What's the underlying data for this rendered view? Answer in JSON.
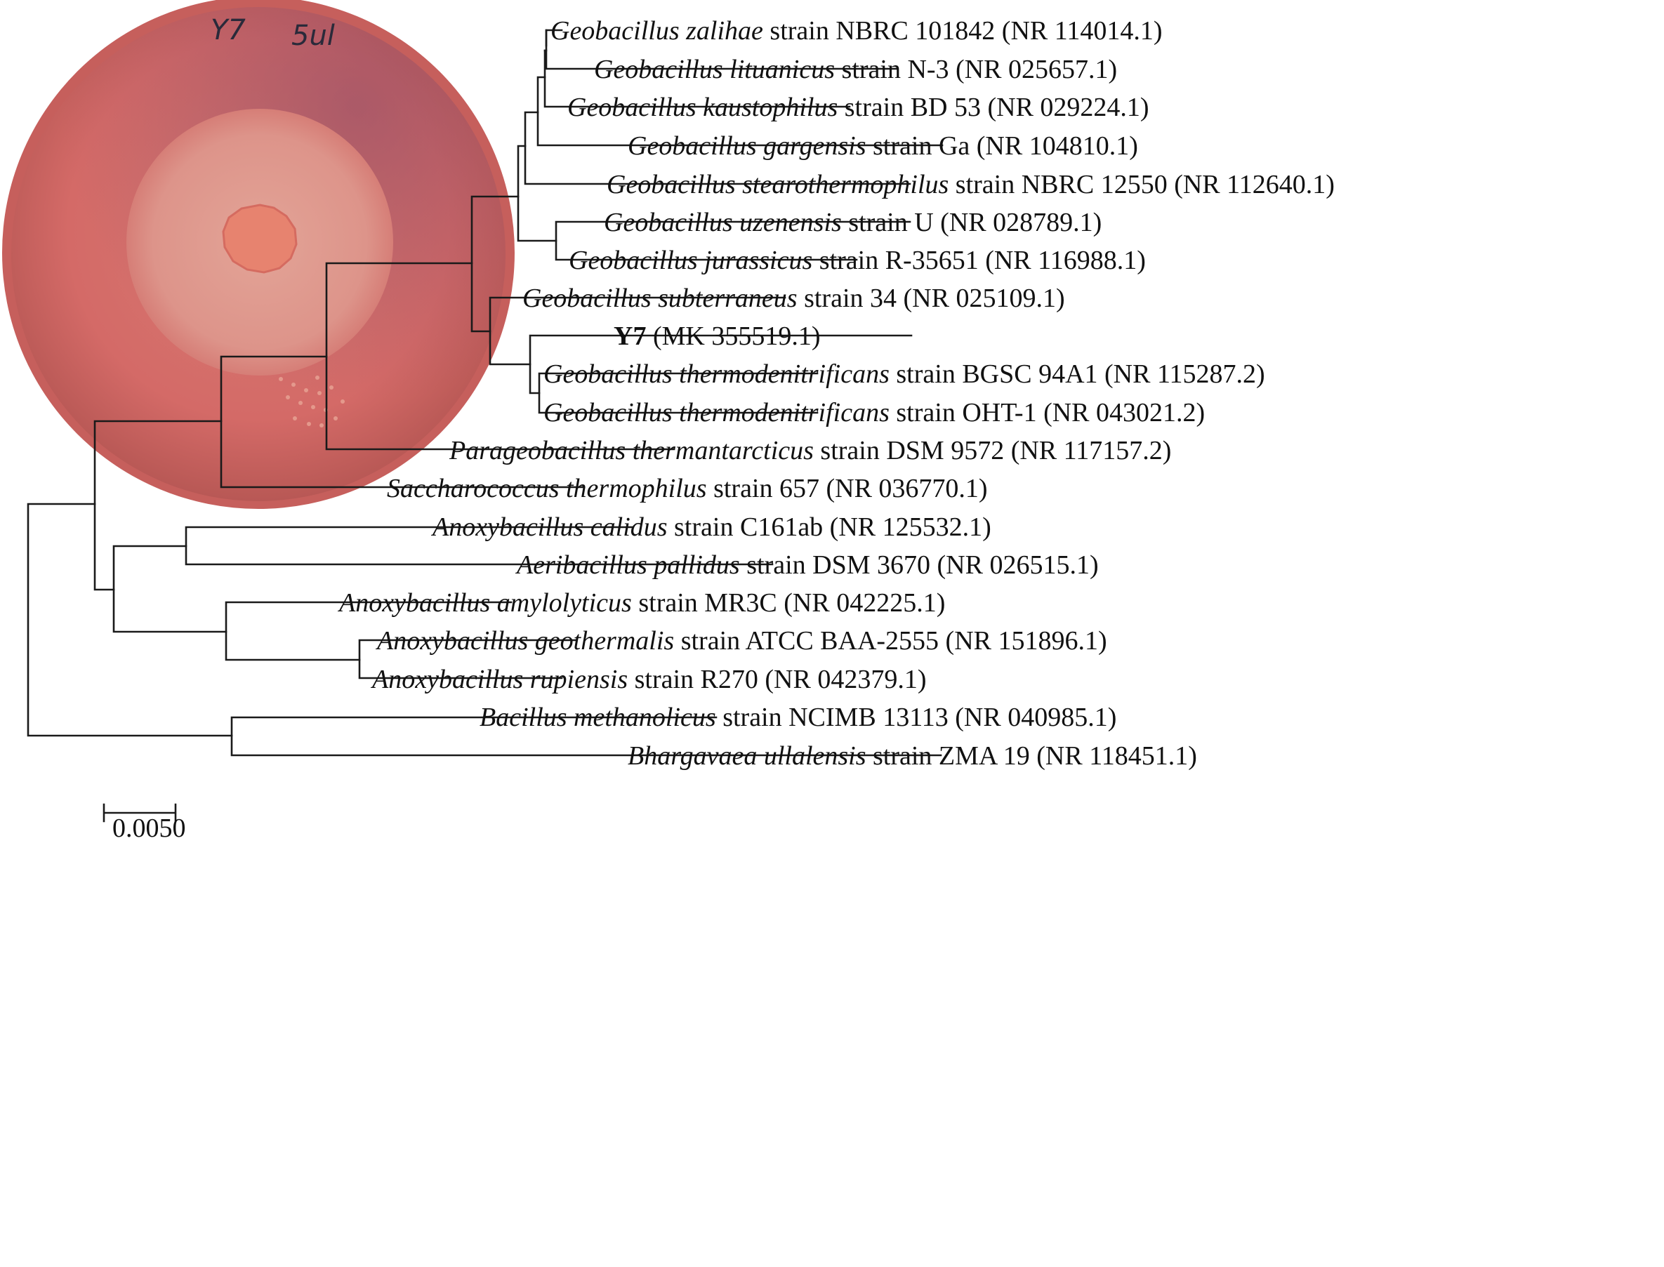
{
  "plate": {
    "label_left": "Y7",
    "label_right": "5ul",
    "agar_color": "#d9706c",
    "rim_color": "#c9625f",
    "halo_color": "#e09a8e",
    "colony_color": "#e38370"
  },
  "tree": {
    "taxa": [
      {
        "id": "t1",
        "genus_species": "Geobacillus zalihae",
        "rest": " strain NBRC 101842 (NR 114014.1)",
        "bold": false
      },
      {
        "id": "t2",
        "genus_species": "Geobacillus lituanicus",
        "rest": " strain N-3 (NR 025657.1)",
        "bold": false
      },
      {
        "id": "t3",
        "genus_species": "Geobacillus kaustophilus",
        "rest": " strain BD 53 (NR 029224.1)",
        "bold": false
      },
      {
        "id": "t4",
        "genus_species": "Geobacillus gargensis",
        "rest": " strain Ga (NR 104810.1)",
        "bold": false
      },
      {
        "id": "t5",
        "genus_species": "Geobacillus stearothermophilus",
        "rest": " strain NBRC 12550 (NR 112640.1)",
        "bold": false
      },
      {
        "id": "t6",
        "genus_species": "Geobacillus uzenensis",
        "rest": " strain U (NR 028789.1)",
        "bold": false
      },
      {
        "id": "t7",
        "genus_species": "Geobacillus jurassicus",
        "rest": " strain R-35651 (NR 116988.1)",
        "bold": false
      },
      {
        "id": "t8",
        "genus_species": "Geobacillus subterraneus",
        "rest": " strain 34 (NR 025109.1)",
        "bold": false
      },
      {
        "id": "t9",
        "genus_species": "Y7",
        "rest": "  (MK 355519.1)",
        "bold": true
      },
      {
        "id": "t10",
        "genus_species": "Geobacillus thermodenitrificans",
        "rest": " strain BGSC 94A1 (NR 115287.2)",
        "bold": false
      },
      {
        "id": "t11",
        "genus_species": "Geobacillus thermodenitrificans",
        "rest": " strain OHT-1 (NR 043021.2)",
        "bold": false
      },
      {
        "id": "t12",
        "genus_species": "Parageobacillus thermantarcticus",
        "rest": " strain DSM 9572 (NR 117157.2)",
        "bold": false
      },
      {
        "id": "t13",
        "genus_species": "Saccharococcus thermophilus",
        "rest": " strain 657 (NR 036770.1)",
        "bold": false
      },
      {
        "id": "t14",
        "genus_species": "Anoxybacillus calidus",
        "rest": " strain C161ab (NR 125532.1)",
        "bold": false
      },
      {
        "id": "t15",
        "genus_species": "Aeribacillus pallidus",
        "rest": " strain DSM 3670 (NR 026515.1)",
        "bold": false
      },
      {
        "id": "t16",
        "genus_species": "Anoxybacillus amylolyticus",
        "rest": " strain MR3C (NR 042225.1)",
        "bold": false
      },
      {
        "id": "t17",
        "genus_species": "Anoxybacillus geothermalis",
        "rest": " strain ATCC BAA-2555 (NR 151896.1)",
        "bold": false
      },
      {
        "id": "t18",
        "genus_species": "Anoxybacillus rupiensis",
        "rest": " strain R270 (NR 042379.1)",
        "bold": false
      },
      {
        "id": "t19",
        "genus_species": "Bacillus methanolicus",
        "rest": " strain NCIMB 13113 (NR 040985.1)",
        "bold": false
      },
      {
        "id": "t20",
        "genus_species": "Bhargavaea ullalensis",
        "rest": " strain ZMA 19 (NR 118451.1)",
        "bold": false
      }
    ],
    "scale_bar": {
      "value": 0.005,
      "label": "0.0050"
    }
  }
}
